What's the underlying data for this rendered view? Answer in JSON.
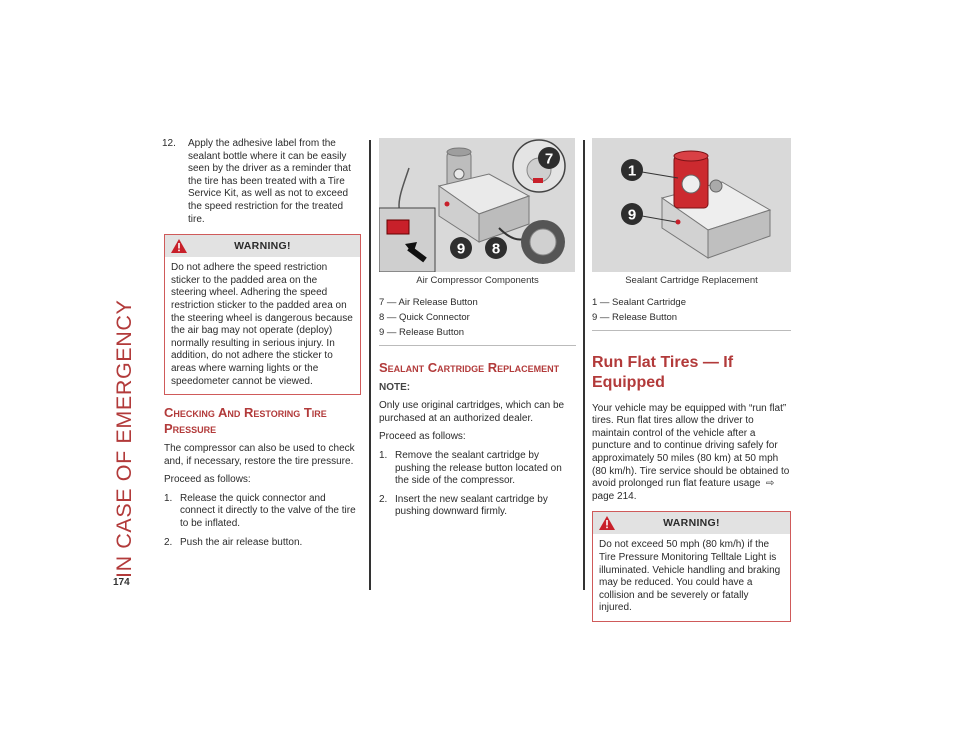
{
  "side_title": "IN CASE OF EMERGENCY",
  "page_number": "174",
  "col1": {
    "step12_num": "12.",
    "step12_text": "Apply the adhesive label from the sealant bottle where it can be easily seen by the driver as a reminder that the tire has been treated with a Tire Service Kit, as well as not to exceed the speed restriction for the treated tire.",
    "warning_title": "WARNING!",
    "warning_text": "Do not adhere the speed restriction sticker to the padded area on the steering wheel. Adhering the speed restriction sticker to the padded area on the steering wheel is dangerous because the air bag may not operate (deploy) normally resulting in serious injury. In addition, do not adhere the sticker to areas where warning lights or the speedometer cannot be viewed.",
    "heading": "Checking And Restoring Tire Pressure",
    "intro": "The compressor can also be used to check and, if necessary, restore the tire pressure.",
    "proceed": "Proceed as follows:",
    "steps": [
      {
        "num": "1.",
        "text": "Release the quick connector and connect it directly to the valve of the tire to be inflated."
      },
      {
        "num": "2.",
        "text": "Push the air release button."
      }
    ]
  },
  "col2": {
    "figure_caption": "Air Compressor Components",
    "callouts": [
      "7",
      "9",
      "8"
    ],
    "legend": [
      "7 — Air Release Button",
      "8 — Quick Connector",
      "9 — Release Button"
    ],
    "heading": "Sealant Cartridge Replacement",
    "note_label": "NOTE:",
    "note_text": "Only use original cartridges, which can be purchased at an authorized dealer.",
    "proceed": "Proceed as follows:",
    "steps": [
      {
        "num": "1.",
        "text": "Remove the sealant cartridge by pushing the release button located on the side of the compressor."
      },
      {
        "num": "2.",
        "text": "Insert the new sealant cartridge by pushing downward firmly."
      }
    ]
  },
  "col3": {
    "figure_caption": "Sealant Cartridge Replacement",
    "callouts": [
      "1",
      "9"
    ],
    "legend": [
      "1 — Sealant Cartridge",
      "9 — Release Button"
    ],
    "heading": "Run Flat Tires — If Equipped",
    "para": "Your vehicle may be equipped with “run flat” tires. Run flat tires allow the driver to maintain control of the vehicle after a puncture and to continue driving safely for approximately 50 miles (80 km) at 50 mph (80 km/h). Tire service should be obtained to avoid prolonged run flat feature usage",
    "page_ref": "page 214.",
    "warning_title": "WARNING!",
    "warning_text": "Do not exceed 50 mph (80 km/h) if the Tire Pressure Monitoring Telltale Light is illuminated. Vehicle handling and braking may be reduced. You could have a collision and be severely or fatally injured."
  },
  "colors": {
    "accent": "#b23a3a",
    "warning_border": "#cf5a5a",
    "warning_icon": "#c8202a"
  }
}
